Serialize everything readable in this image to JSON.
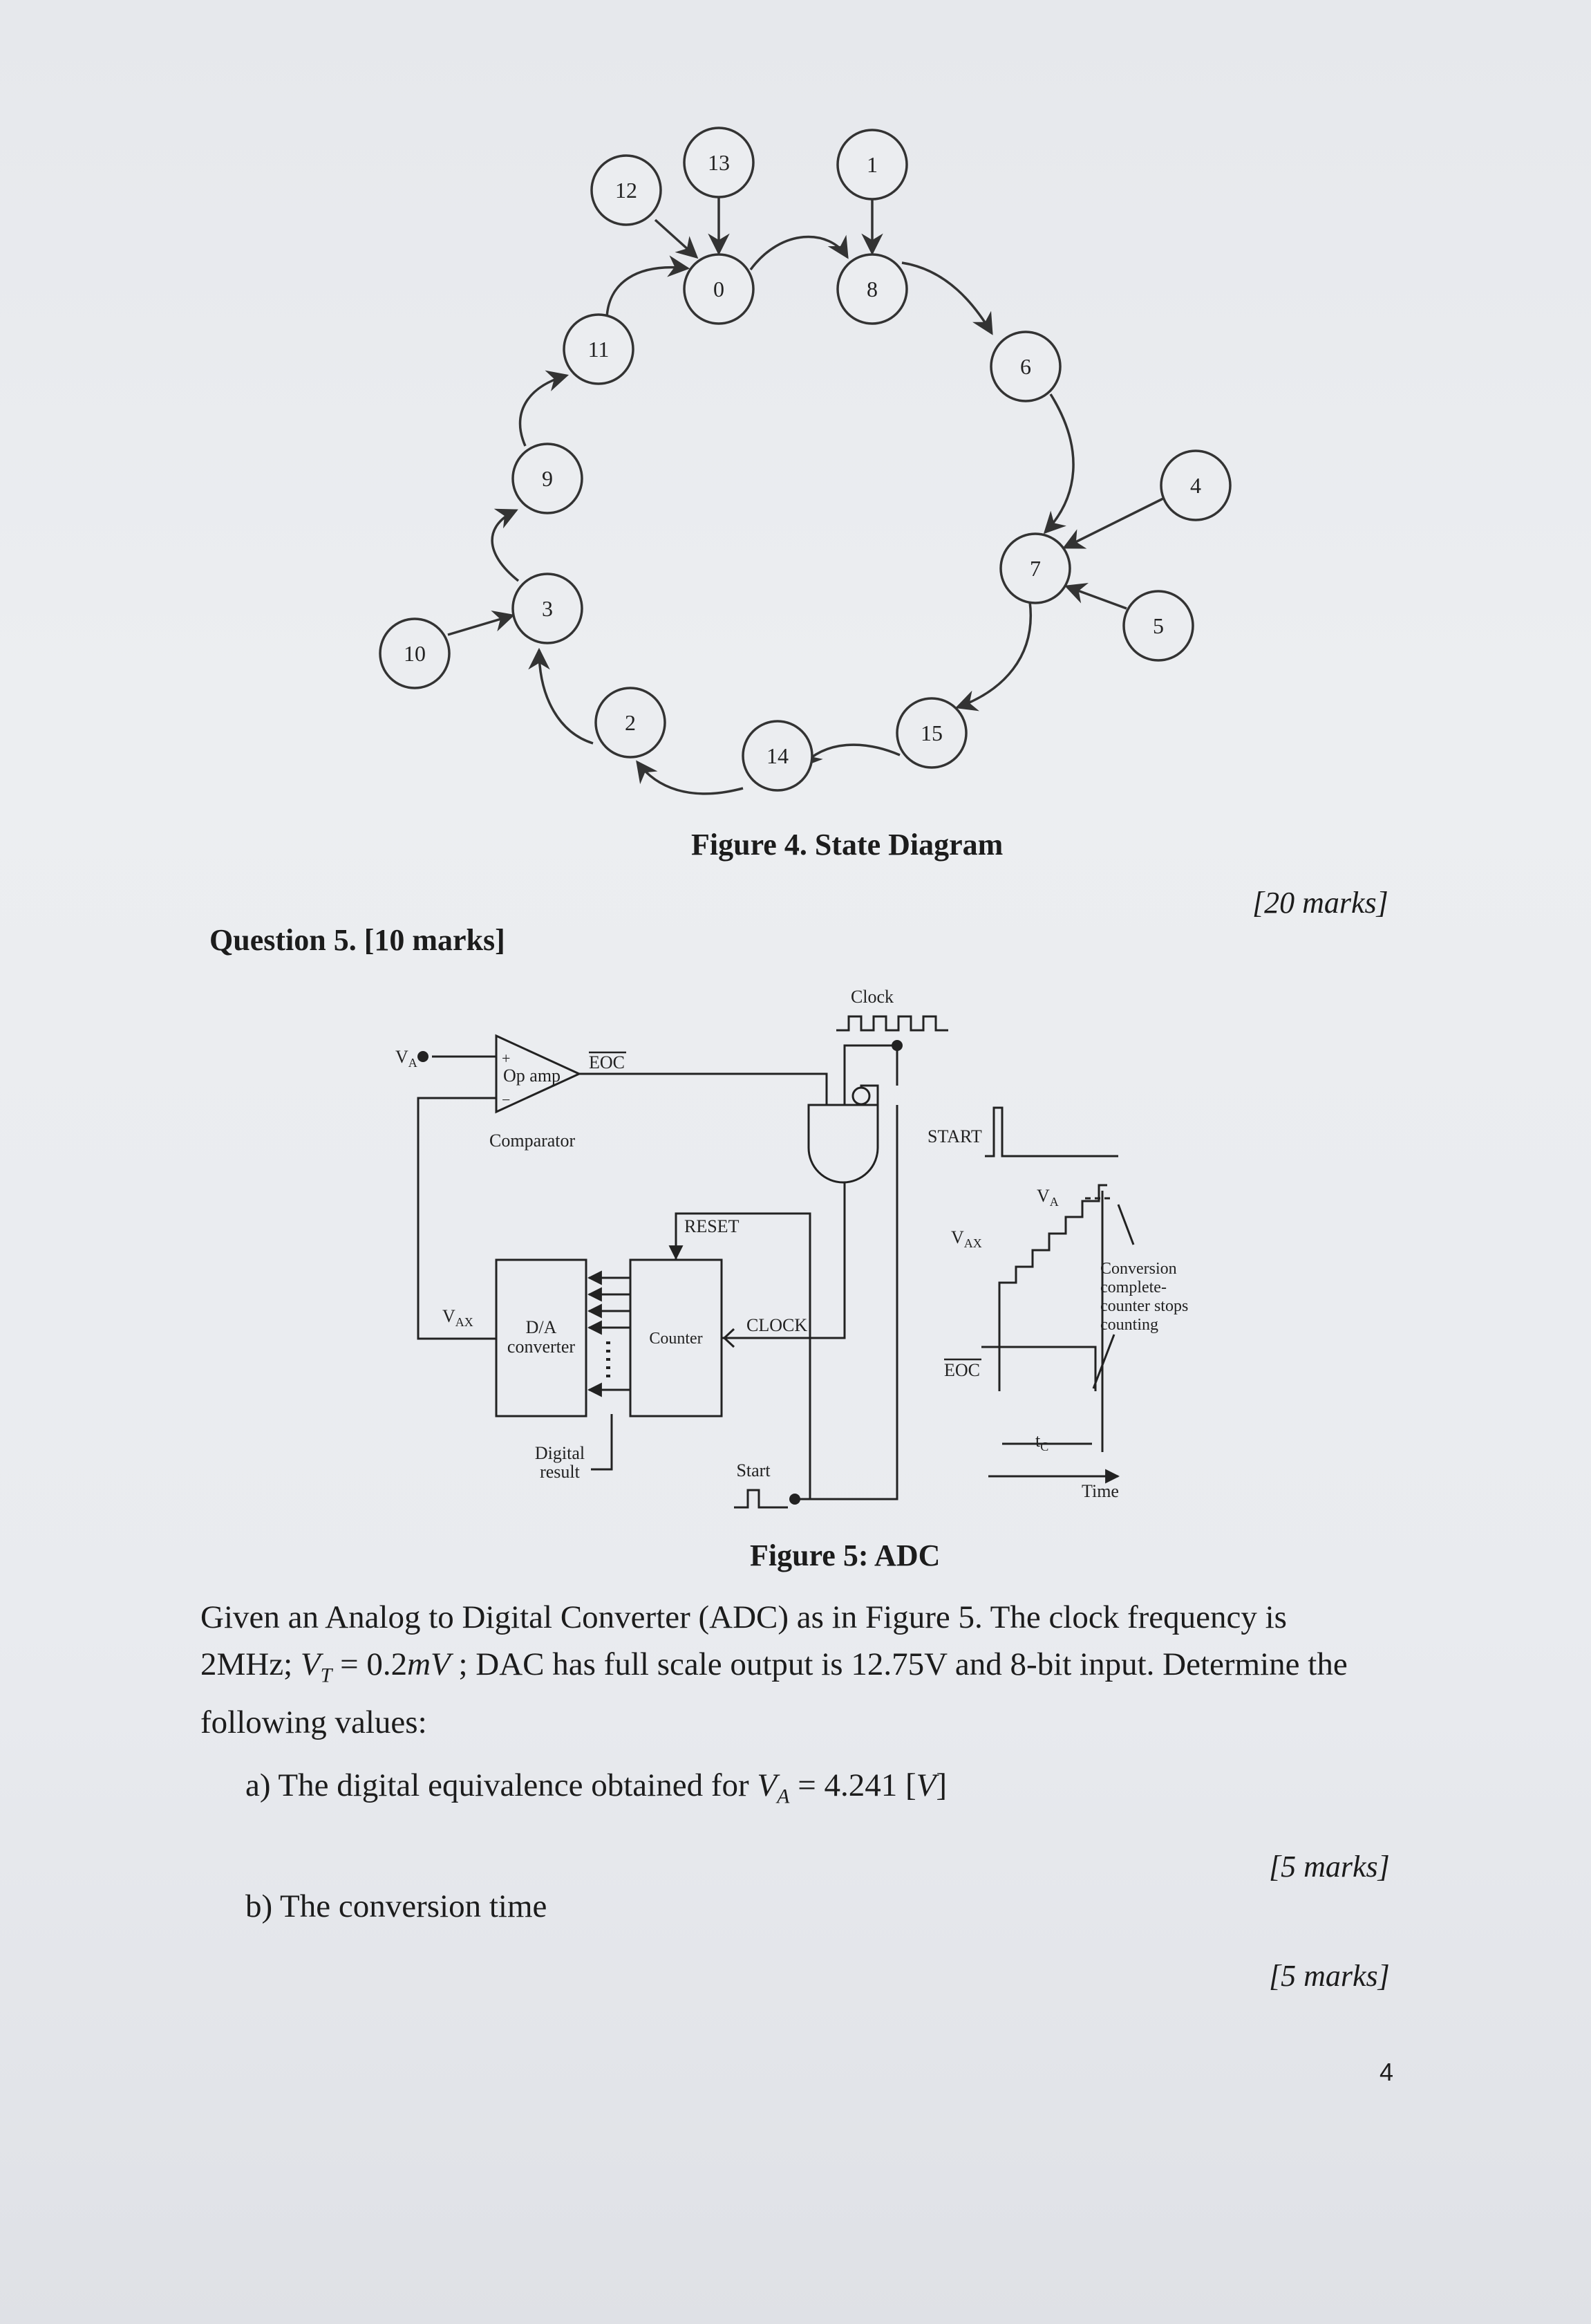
{
  "figure4": {
    "caption": "Figure 4. State Diagram",
    "marks": "[20 marks]",
    "states": [
      "0",
      "1",
      "2",
      "3",
      "4",
      "5",
      "6",
      "7",
      "8",
      "9",
      "10",
      "11",
      "12",
      "13",
      "14",
      "15"
    ]
  },
  "question5": {
    "title": "Question 5. [10 marks]"
  },
  "figure5": {
    "caption": "Figure 5: ADC",
    "labels": {
      "clock": "Clock",
      "va": "V",
      "va_sub": "A",
      "plus": "+",
      "minus": "−",
      "opamp": "Op amp",
      "comparator": "Comparator",
      "eoc": "EOC",
      "reset": "RESET",
      "vax": "V",
      "vax_sub": "AX",
      "da_line1": "D/A",
      "da_line2": "converter",
      "counter": "Counter",
      "clock_in": "CLOCK",
      "digital_line1": "Digital",
      "digital_line2": "result",
      "start": "Start",
      "start_wave": "START",
      "timing_vax": "V",
      "timing_vax_sub": "AX",
      "timing_va": "V",
      "timing_va_sub": "A",
      "timing_eoc": "EOC",
      "conv_line1": "Conversion",
      "conv_line2": "complete-",
      "conv_line3": "counter stops",
      "conv_line4": "counting",
      "tc": "t",
      "tc_sub": "C",
      "time": "Time"
    }
  },
  "text": {
    "para_line1": "Given an Analog to Digital Converter (ADC) as in Figure 5. The clock frequency is",
    "para_line2_a": "2MHz; ",
    "para_line2_math": "V",
    "para_line2_sub": "T",
    "para_line2_eq": " = 0.2",
    "para_line2_unit": "mV",
    "para_line2_b": " ; DAC has full scale output is 12.75V and 8-bit input. Determine the",
    "para_line3": "following values:",
    "item_a_prefix": "a)  The digital equivalence obtained for ",
    "item_a_math": "V",
    "item_a_sub": "A",
    "item_a_value": " = 4.241 [",
    "item_a_unit": "V",
    "item_a_close": "]",
    "marks_a": "[5 marks]",
    "item_b": "b)  The conversion time",
    "marks_b": "[5 marks]",
    "page_number": "4"
  }
}
